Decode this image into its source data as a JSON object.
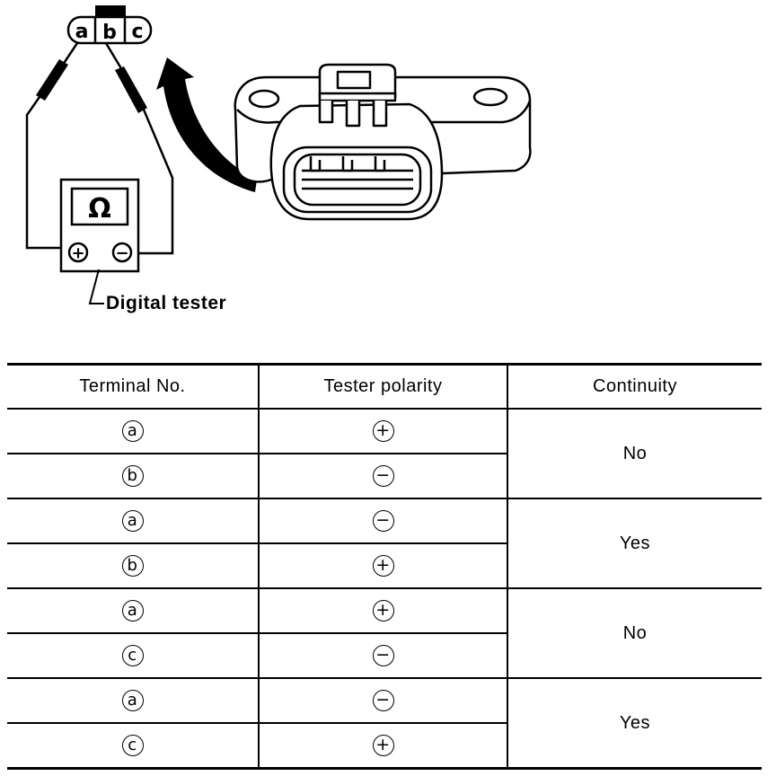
{
  "diagram": {
    "connector_terminals": [
      "a",
      "b",
      "c"
    ],
    "meter_symbol": "Ω",
    "meter_plus": "+",
    "meter_minus": "−",
    "tester_label": "Digital tester"
  },
  "table": {
    "headers": [
      "Terminal No.",
      "Tester polarity",
      "Continuity"
    ],
    "groups": [
      {
        "rows": [
          {
            "terminal": "a",
            "polarity": "+"
          },
          {
            "terminal": "b",
            "polarity": "−"
          }
        ],
        "continuity": "No"
      },
      {
        "rows": [
          {
            "terminal": "a",
            "polarity": "−"
          },
          {
            "terminal": "b",
            "polarity": "+"
          }
        ],
        "continuity": "Yes"
      },
      {
        "rows": [
          {
            "terminal": "a",
            "polarity": "+"
          },
          {
            "terminal": "c",
            "polarity": "−"
          }
        ],
        "continuity": "No"
      },
      {
        "rows": [
          {
            "terminal": "a",
            "polarity": "−"
          },
          {
            "terminal": "c",
            "polarity": "+"
          }
        ],
        "continuity": "Yes"
      }
    ]
  }
}
